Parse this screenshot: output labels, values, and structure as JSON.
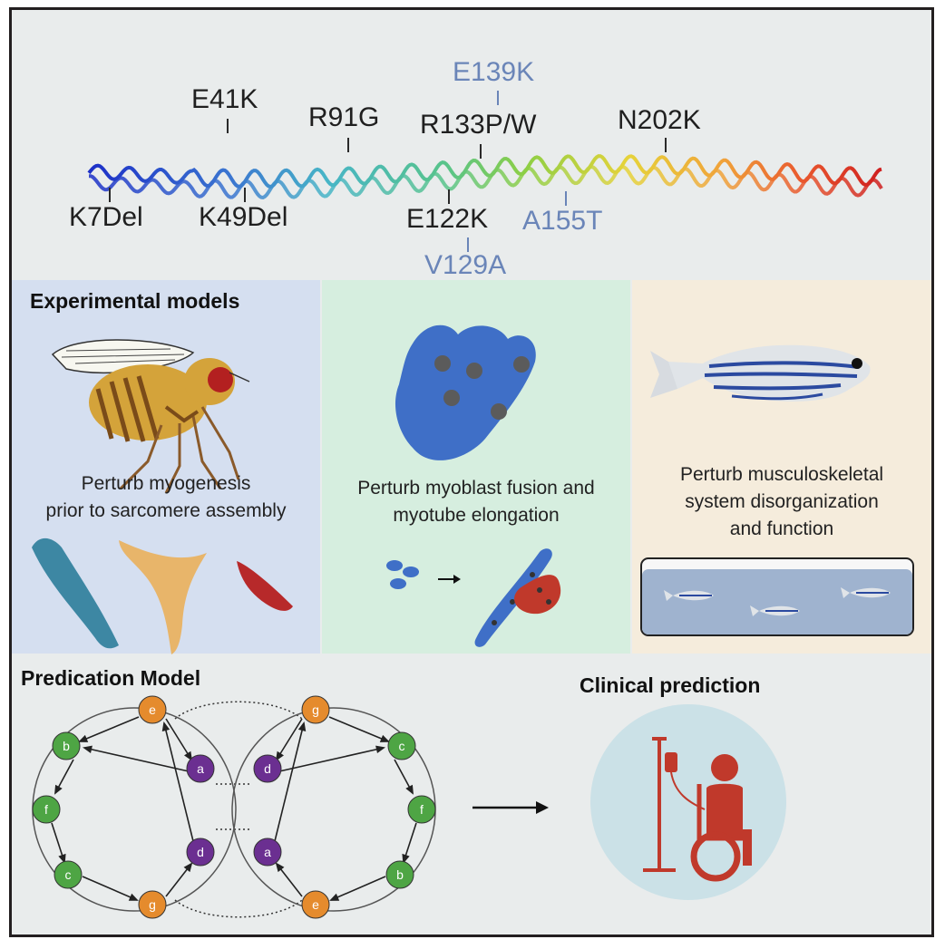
{
  "protein": {
    "mutations_top": [
      "E41K",
      "R91G",
      "R133P/W",
      "N202K"
    ],
    "mutations_top_blue": [
      "E139K"
    ],
    "mutations_bottom": [
      "K7Del",
      "K49Del",
      "E122K"
    ],
    "mutations_bottom_blue": [
      "A155T",
      "V129A"
    ]
  },
  "experimental": {
    "title": "Experimental models",
    "fly_caption_line1": "Perturb myogenesis",
    "fly_caption_line2": "prior to sarcomere assembly",
    "cell_caption_line1": "Perturb myoblast fusion and",
    "cell_caption_line2": "myotube elongation",
    "fish_caption_line1": "Perturb musculoskeletal",
    "fish_caption_line2": "system disorganization",
    "fish_caption_line3": "and function"
  },
  "prediction": {
    "title": "Predication Model",
    "left_wheel": [
      "e",
      "b",
      "f",
      "c",
      "g",
      "d",
      "a"
    ],
    "right_wheel": [
      "g",
      "c",
      "f",
      "b",
      "e",
      "a",
      "d"
    ]
  },
  "clinical": {
    "title": "Clinical prediction"
  },
  "colors": {
    "panel_top": "#e9ecec",
    "panel_fly": "#d5dff0",
    "panel_cell": "#d6eedf",
    "panel_fish": "#f5ecdc",
    "node_green": "#4ea544",
    "node_orange": "#e58b2d",
    "node_purple": "#6b2f91",
    "mut_blue": "#6a85b8",
    "clinical_circle": "#cbe1e7",
    "clinical_figure": "#c0392b"
  }
}
